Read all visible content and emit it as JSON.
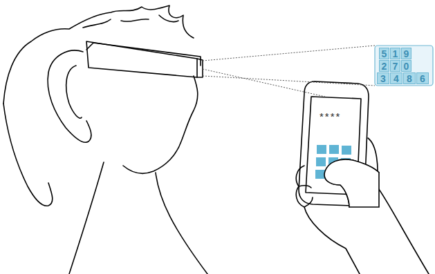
{
  "diagram": {
    "nodes": [
      {
        "text": [
          "5"
        ]
      },
      {
        "text": [
          "1"
        ]
      },
      {
        "text": [
          "9"
        ]
      },
      {
        "text": [
          "2"
        ]
      },
      {
        "text": [
          "7"
        ]
      },
      {
        "text": [
          "0"
        ]
      },
      {
        "text": [
          "3"
        ]
      },
      {
        "text": [
          "4"
        ]
      },
      {
        "text": [
          "8"
        ]
      },
      {
        "text": [
          "6"
        ]
      }
    ],
    "labels": [
      "****"
    ]
  }
}
